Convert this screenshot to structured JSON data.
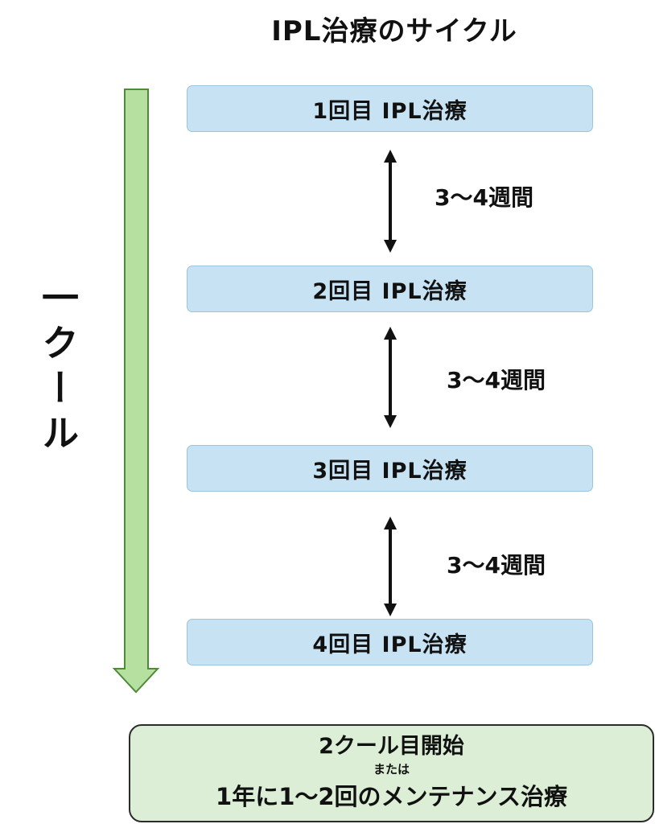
{
  "title": "IPL治療のサイクル",
  "cycle_label": "一クール",
  "steps": [
    {
      "label": "1回目 IPL治療"
    },
    {
      "label": "2回目 IPL治療"
    },
    {
      "label": "3回目 IPL治療"
    },
    {
      "label": "4回目 IPL治療"
    }
  ],
  "intervals": [
    {
      "label": "3〜4週間"
    },
    {
      "label": "3〜4週間"
    },
    {
      "label": "3〜4週間"
    }
  ],
  "next": {
    "line1": "2クール目開始",
    "line2": "または",
    "line3": "1年に1〜2回のメンテナンス治療"
  },
  "colors": {
    "step_fill": "#c6e2f3",
    "step_border": "#9cc4de",
    "cycle_arrow_fill": "#b5e0a0",
    "cycle_arrow_border": "#4f8a3a",
    "next_fill": "#dcefd6"
  }
}
